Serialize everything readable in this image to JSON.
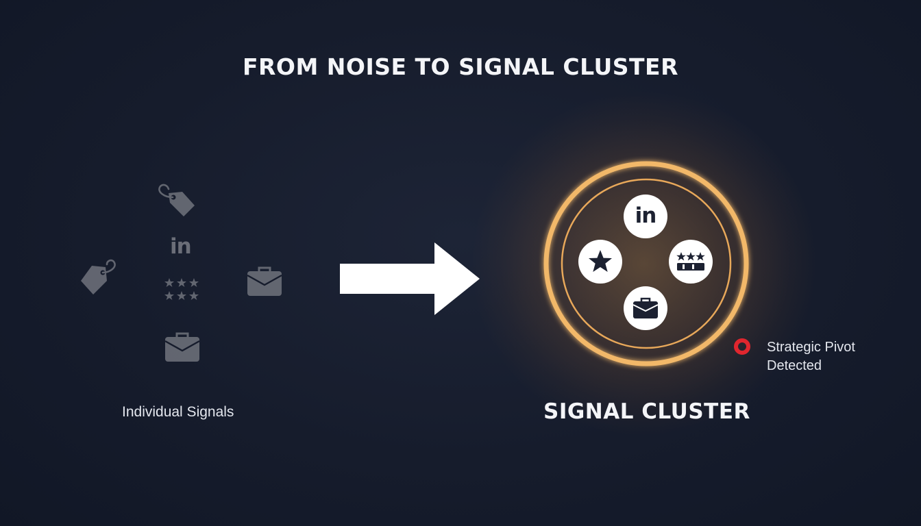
{
  "title": "FROM NOISE TO SIGNAL CLUSTER",
  "left_panel": {
    "label": "Individual Signals",
    "icons": [
      "tag-icon",
      "linkedin-icon",
      "rating-stars-icon",
      "briefcase-icon"
    ],
    "linkedin_text": "in"
  },
  "right_panel": {
    "label": "SIGNAL CLUSTER",
    "icons": [
      "linkedin-icon",
      "star-icon",
      "rating-stars-icon",
      "briefcase-icon"
    ],
    "linkedin_text": "in",
    "badge": {
      "line1": "Strategic Pivot",
      "line2": "Detected"
    }
  },
  "colors": {
    "background": "#161c2c",
    "muted_icon": "#6b6e78",
    "cluster_ring": "#f2b869",
    "alert": "#e0262e",
    "text": "#ffffff"
  }
}
